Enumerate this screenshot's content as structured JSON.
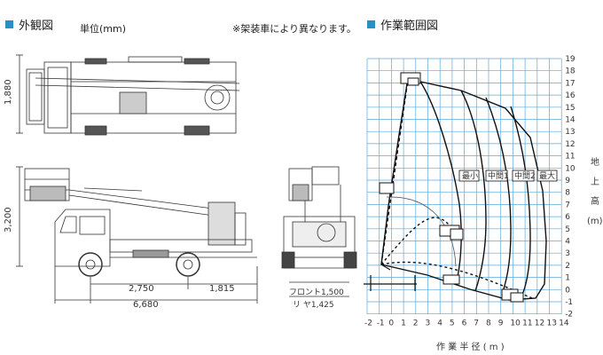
{
  "headers": {
    "exterior": "外観図",
    "workrange": "作業範囲図"
  },
  "unit_note": "単位(mm)",
  "spec_note": "※架装車により異なります。",
  "dimensions": {
    "height_top": "1,880",
    "height_side": "3,200",
    "wheelbase": "2,750",
    "rear_overhang": "1,815",
    "total_length": "6,680",
    "front_track": "フロント1,500",
    "rear_track": "リ ヤ1,425"
  },
  "chart": {
    "x_ticks": [
      "-2",
      "-1",
      "0",
      "1",
      "2",
      "3",
      "4",
      "5",
      "6",
      "7",
      "8",
      "9",
      "10",
      "11",
      "12",
      "13",
      "14"
    ],
    "y_ticks": [
      "19",
      "18",
      "17",
      "16",
      "15",
      "14",
      "13",
      "12",
      "11",
      "10",
      "9",
      "8",
      "7",
      "6",
      "5",
      "4",
      "3",
      "2",
      "1",
      "0",
      "-1",
      "-2"
    ],
    "x_label": "作 業 半 径 ( m )",
    "y_label_chars": [
      "地",
      "上",
      "高"
    ],
    "y_unit": "(m)",
    "envelope_labels": [
      "最小",
      "中間1",
      "中間2",
      "最大"
    ]
  },
  "colors": {
    "accent": "#2a8fc7",
    "grid": "#5aa9dc"
  }
}
